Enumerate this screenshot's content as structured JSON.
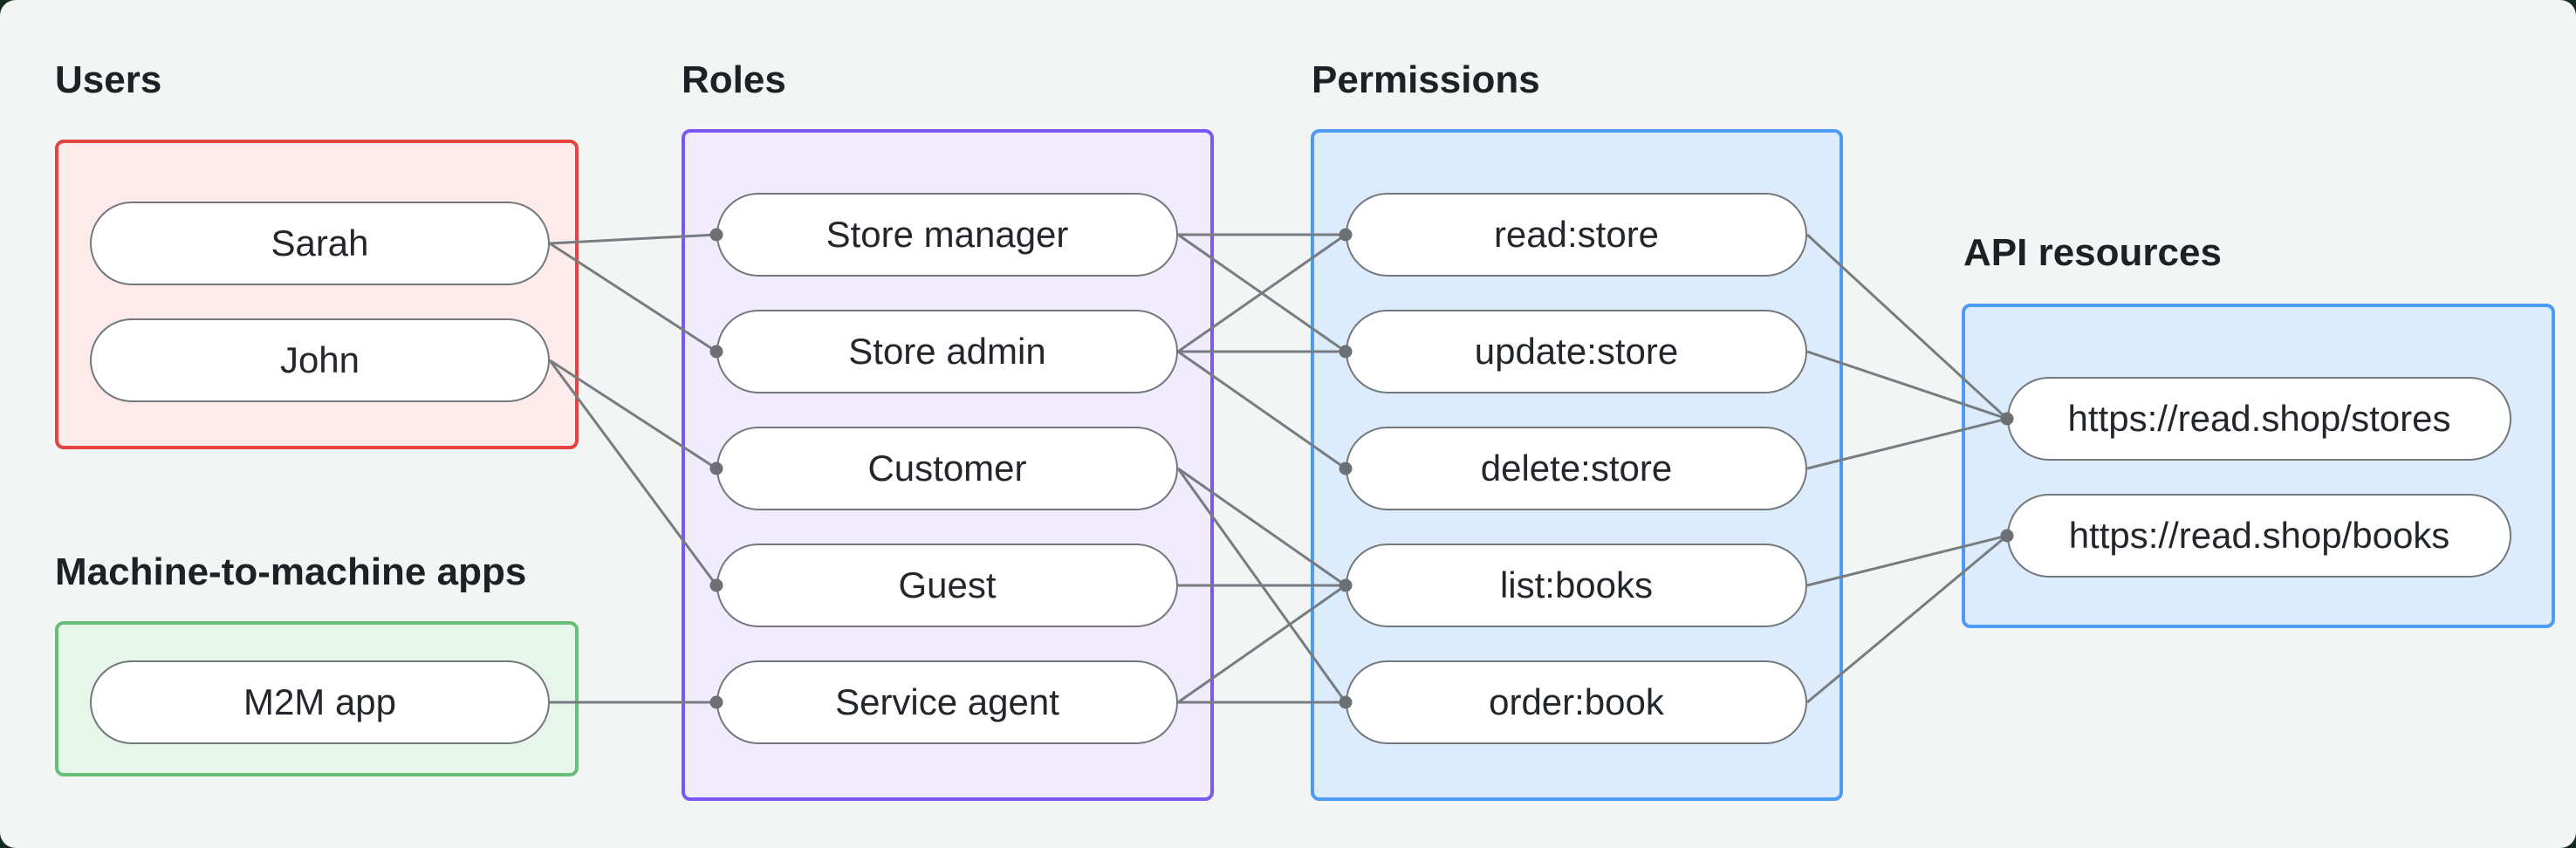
{
  "page": {
    "background": "#f3f5f4",
    "outside_background": "#142c1f"
  },
  "groups": [
    {
      "id": "users",
      "label": "Users",
      "border_color": "#e2443f",
      "fill_color": "#fcebea",
      "items": [
        {
          "id": "sarah",
          "label": "Sarah"
        },
        {
          "id": "john",
          "label": "John"
        }
      ]
    },
    {
      "id": "m2m",
      "label": "Machine-to-machine apps",
      "border_color": "#68bd79",
      "fill_color": "#e7f6ea",
      "items": [
        {
          "id": "m2m-app",
          "label": "M2M app"
        }
      ]
    },
    {
      "id": "roles",
      "label": "Roles",
      "border_color": "#7a58f5",
      "fill_color": "#f1ecfd",
      "items": [
        {
          "id": "store-manager",
          "label": "Store manager"
        },
        {
          "id": "store-admin",
          "label": "Store admin"
        },
        {
          "id": "customer",
          "label": "Customer"
        },
        {
          "id": "guest",
          "label": "Guest"
        },
        {
          "id": "service-agent",
          "label": "Service agent"
        }
      ]
    },
    {
      "id": "permissions",
      "label": "Permissions",
      "border_color": "#4e9bf5",
      "fill_color": "#dcecfc",
      "items": [
        {
          "id": "read-store",
          "label": "read:store"
        },
        {
          "id": "update-store",
          "label": "update:store"
        },
        {
          "id": "delete-store",
          "label": "delete:store"
        },
        {
          "id": "list-books",
          "label": "list:books"
        },
        {
          "id": "order-book",
          "label": "order:book"
        }
      ]
    },
    {
      "id": "api",
      "label": "API resources",
      "border_color": "#4e9bf5",
      "fill_color": "#dcecfc",
      "items": [
        {
          "id": "stores",
          "label": "https://read.shop/stores"
        },
        {
          "id": "books",
          "label": "https://read.shop/books"
        }
      ]
    }
  ],
  "edges": [
    [
      "sarah",
      "store-manager"
    ],
    [
      "sarah",
      "store-admin"
    ],
    [
      "john",
      "customer"
    ],
    [
      "john",
      "guest"
    ],
    [
      "m2m-app",
      "service-agent"
    ],
    [
      "store-manager",
      "read-store"
    ],
    [
      "store-manager",
      "update-store"
    ],
    [
      "store-admin",
      "read-store"
    ],
    [
      "store-admin",
      "update-store"
    ],
    [
      "store-admin",
      "delete-store"
    ],
    [
      "customer",
      "list-books"
    ],
    [
      "customer",
      "order-book"
    ],
    [
      "guest",
      "list-books"
    ],
    [
      "service-agent",
      "list-books"
    ],
    [
      "service-agent",
      "order-book"
    ],
    [
      "read-store",
      "stores"
    ],
    [
      "update-store",
      "stores"
    ],
    [
      "delete-store",
      "stores"
    ],
    [
      "list-books",
      "books"
    ],
    [
      "order-book",
      "books"
    ]
  ],
  "colors": {
    "edge_line": "#777c81",
    "edge_dot": "#6b7075",
    "pill_border": "#73787d",
    "pill_fill": "#ffffff",
    "heading_text": "#1c2125",
    "pill_text": "#23272b"
  }
}
